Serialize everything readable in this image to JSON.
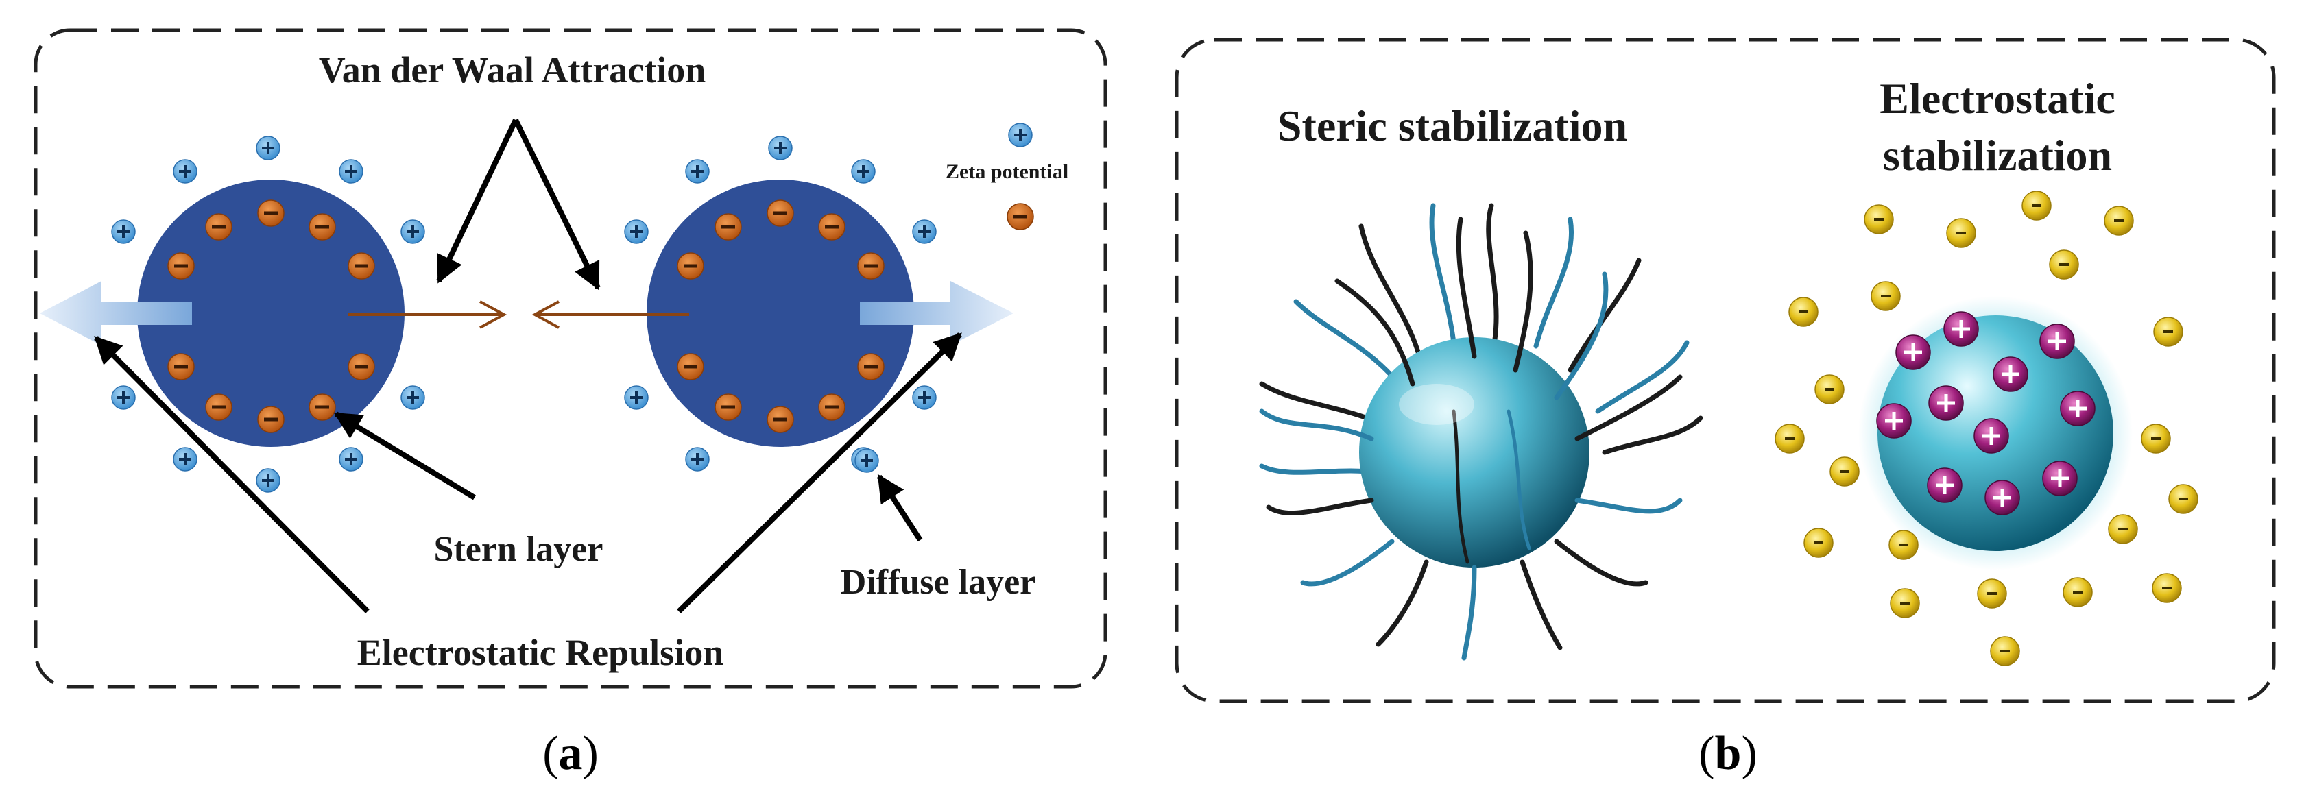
{
  "panel_a": {
    "title_attraction": "Van der Waal Attraction",
    "label_zeta": "Zeta potential",
    "label_stern": "Stern layer",
    "label_diffuse": "Diffuse layer",
    "label_repulsion": "Electrostatic Repulsion",
    "caption_open": "(",
    "caption_letter": "a",
    "caption_close": ")"
  },
  "panel_b": {
    "title_steric": "Steric stabilization",
    "title_electrostatic_line1": "Electrostatic",
    "title_electrostatic_line2": "stabilization",
    "caption_open": "(",
    "caption_letter": "b",
    "caption_close": ")"
  },
  "colors": {
    "particle_blue": "#2f4f97",
    "negative_orange": "#c8641e",
    "positive_lightblue": "#4f9fdc",
    "arrow_brown": "#8b4513",
    "sphere_cyan": "#3aa7c2",
    "ion_yellow": "#e6c81e",
    "positive_purple": "#9c1f78"
  }
}
